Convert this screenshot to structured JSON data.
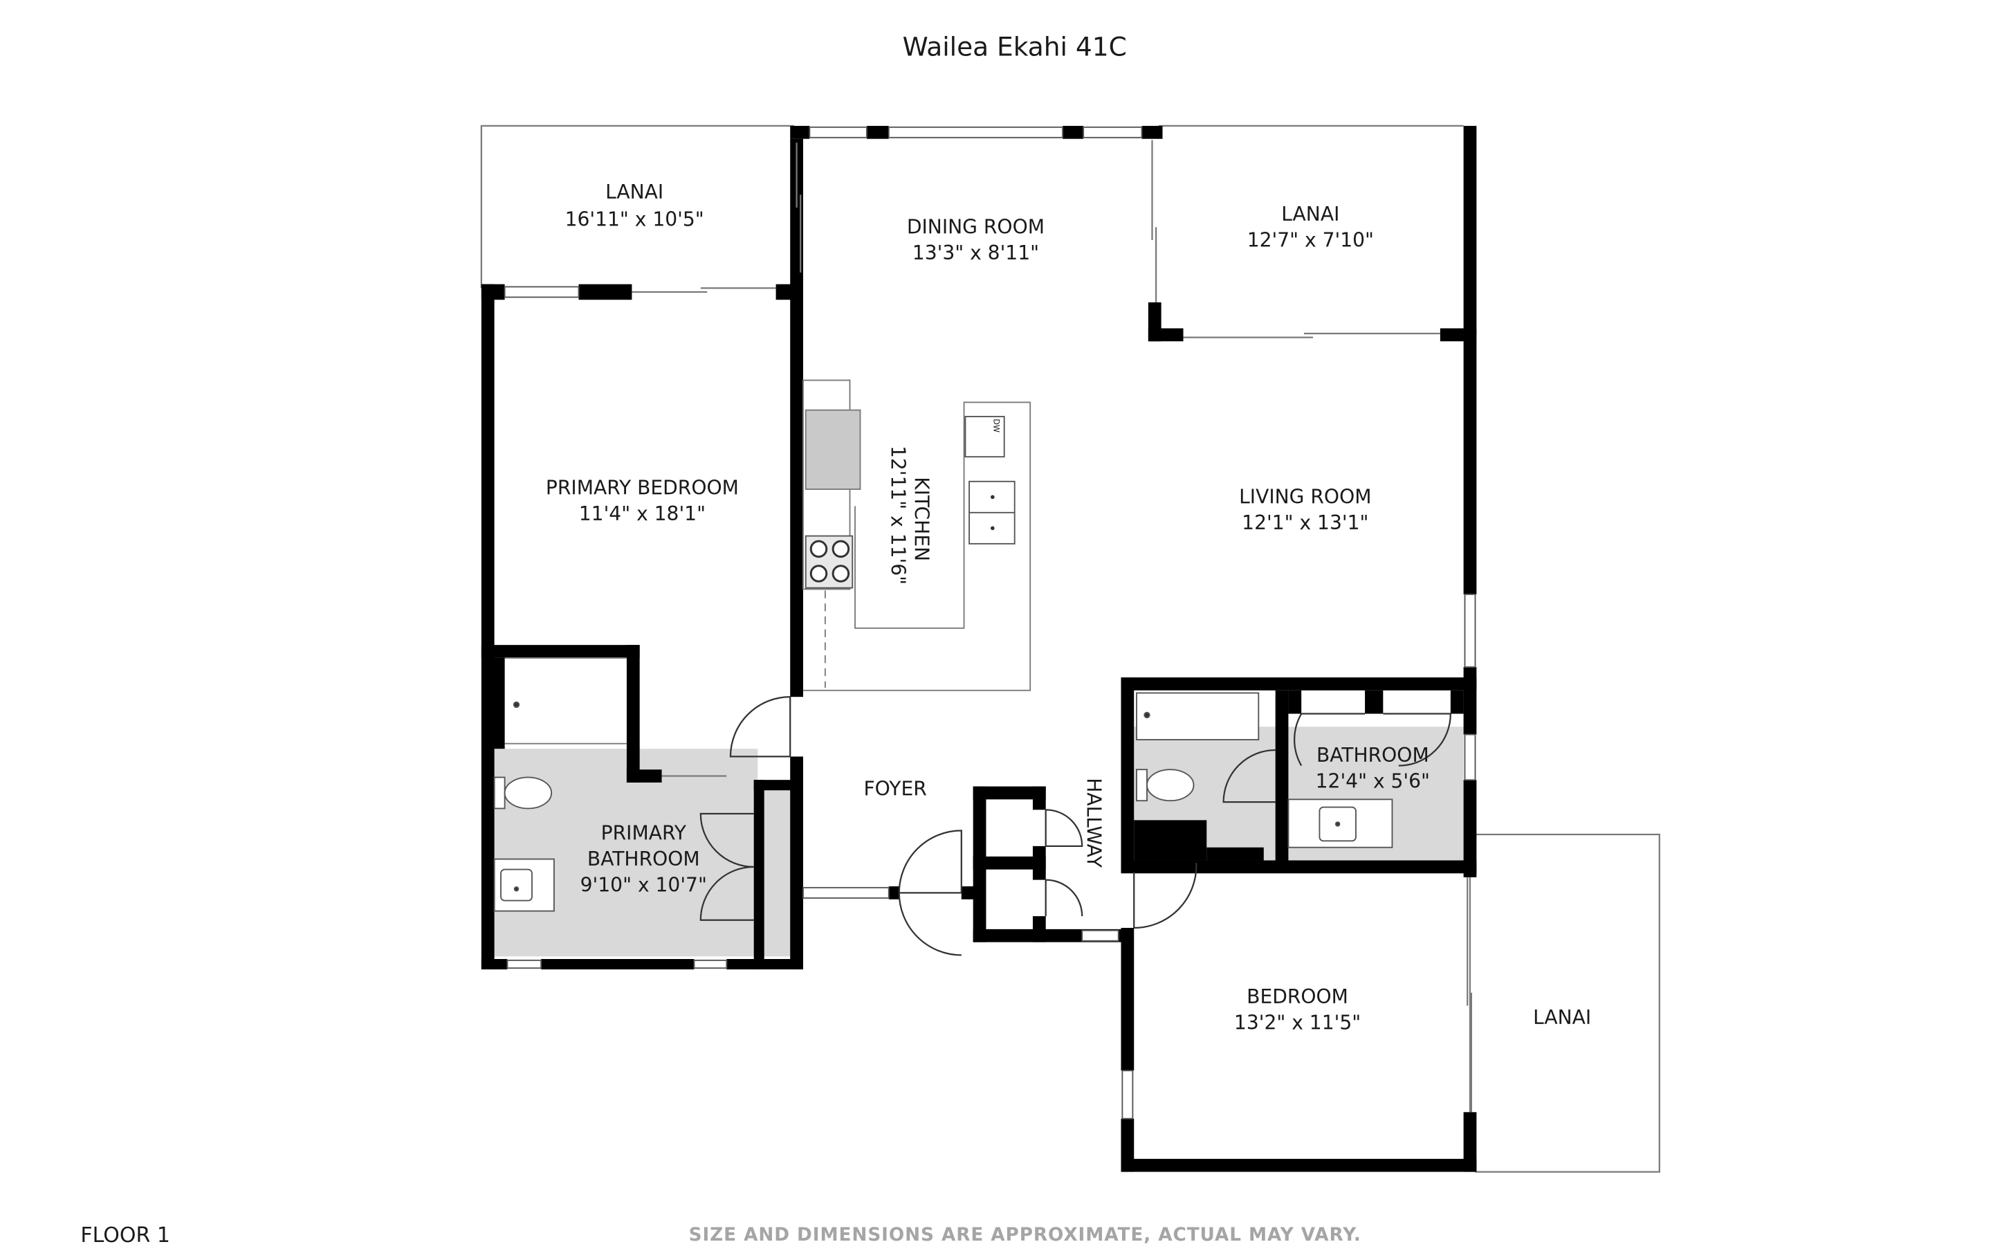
{
  "title": "Wailea Ekahi 41C",
  "floor_label": "FLOOR 1",
  "disclaimer": "SIZE AND DIMENSIONS ARE APPROXIMATE, ACTUAL MAY VARY.",
  "colors": {
    "wall": "#000000",
    "wet_area": "#d9d9d9",
    "fixture": "#c9c9c9",
    "thin_line": "#7a7a7a"
  },
  "appliance_labels": {
    "dishwasher": "DW"
  },
  "rooms": {
    "lanai_left": {
      "name": "LANAI",
      "dims": "16'11\" x 10'5\""
    },
    "dining": {
      "name": "DINING ROOM",
      "dims": "13'3\" x 8'11\""
    },
    "lanai_right": {
      "name": "LANAI",
      "dims": "12'7\" x 7'10\""
    },
    "primary_bedroom": {
      "name": "PRIMARY BEDROOM",
      "dims": "11'4\" x 18'1\""
    },
    "kitchen": {
      "name": "KITCHEN",
      "dims": "12'11\" x 11'6\""
    },
    "living": {
      "name": "LIVING ROOM",
      "dims": "12'1\" x 13'1\""
    },
    "bathroom": {
      "name": "BATHROOM",
      "dims": "12'4\" x 5'6\""
    },
    "foyer": {
      "name": "FOYER"
    },
    "hallway": {
      "name": "HALLWAY"
    },
    "primary_bathroom": {
      "line1": "PRIMARY",
      "line2": "BATHROOM",
      "dims": "9'10\" x 10'7\""
    },
    "bedroom": {
      "name": "BEDROOM",
      "dims": "13'2\" x 11'5\""
    },
    "lanai_bottom": {
      "name": "LANAI"
    }
  }
}
